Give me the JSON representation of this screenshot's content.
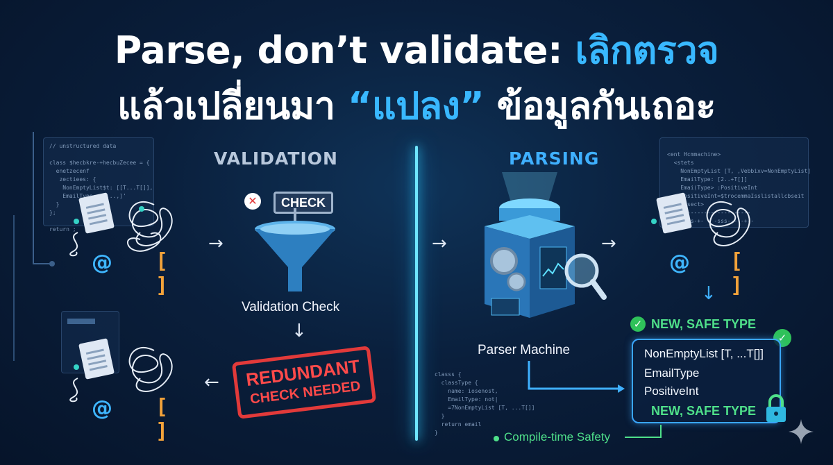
{
  "title": {
    "line1_a": "Parse, don’t validate: ",
    "line1_b": "เลิกตรวจ",
    "line2_a": "แล้วเปลี่ยนมา ",
    "line2_b": "“แปลง”",
    "line2_c": " ข้อมูลกันเถอะ"
  },
  "left": {
    "heading": "VALIDATION",
    "check_label": "CHECK",
    "caption": "Validation Check",
    "stamp_line1": "REDUNDANT",
    "stamp_line2": "CHECK NEEDED",
    "code_top": "// unstructured data\n\nclass $hecbkre-+hecbuZecee = {\n  enetzecenf\n   zectiees: {\n    NonEmptyList$t: [[T...T[]],\n    EmailType: [1,..,]'\n  }\n};\n\nreturn ;"
  },
  "right": {
    "heading": "PARSING",
    "caption": "Parser Machine",
    "box_top": "NEW, SAFE TYPE",
    "box_bottom": "NEW, SAFE TYPE",
    "types": [
      "NonEmptyList [T, ...T[]]",
      "EmailType",
      "PositiveInt"
    ],
    "safety": "Compile-time Safety",
    "code_top": "<ent Hcmmachine>\n  <stets\n    NonEmptyList [T, ,Vebbixv=NonEmptyList]\n    EmailType: [2..+T[]]\n    Emai(Type> :PositiveInt\n    PositiveInt=$trocemmaIsslistallcbseit\n  </exsect>\n  <<---------------------\n  ---sss-+-   -sss-----+--",
    "code_bottom": "classs {\n  classType {\n    name: iosenost,\n    EmailType: not|\n    =7NonEmptyList [T, ...T[]]\n  }\n  return email\n}"
  },
  "symbols": {
    "at": "@",
    "brackets": "[ ]",
    "arrow_right": "→",
    "arrow_left": "←",
    "arrow_down": "↓"
  },
  "colors": {
    "accent": "#39b8ff",
    "stamp": "#e23a3a",
    "safe": "#4fe08a",
    "divider": "#6fe6ff"
  }
}
